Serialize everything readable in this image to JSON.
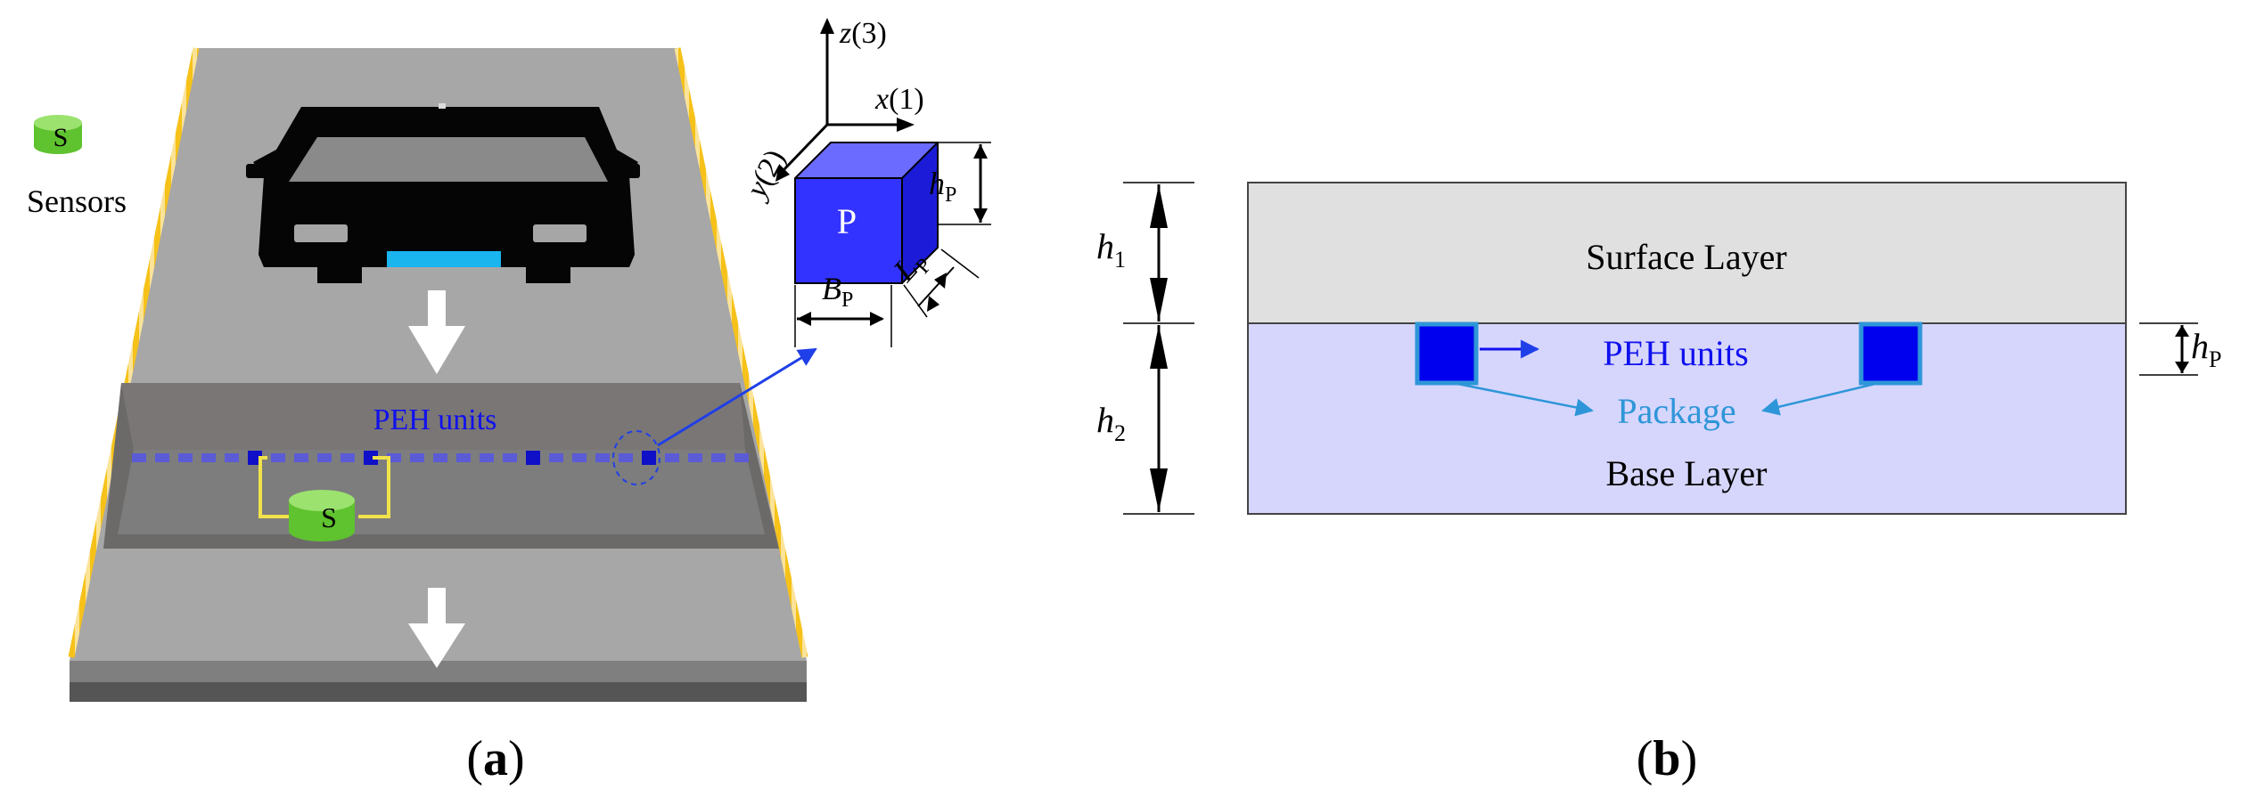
{
  "panel_a": {
    "label_open": "(",
    "label_letter": "a",
    "label_close": ")",
    "sensors_caption": "Sensors",
    "sensor_letter": "S",
    "peh_label": "PEH units",
    "cube_letter": "P",
    "axis_z_var": "z",
    "axis_z_idx": "(3)",
    "axis_x_var": "x",
    "axis_x_idx": "(1)",
    "axis_y_var": "y",
    "axis_y_idx": "(2)",
    "dim_h": "h",
    "dim_h_sub": "P",
    "dim_b": "B",
    "dim_b_sub": "P",
    "dim_l": "L",
    "dim_l_sub": "P"
  },
  "panel_b": {
    "label_open": "(",
    "label_letter": "b",
    "label_close": ")",
    "surface_layer": "Surface Layer",
    "base_layer": "Base Layer",
    "peh_units": "PEH units",
    "package": "Package",
    "h1": "h",
    "h1_sub": "1",
    "h2": "h",
    "h2_sub": "2",
    "hp": "h",
    "hp_sub": "P"
  },
  "colors": {
    "road": "#a6a6a6",
    "road_dark": "#7f7f7f",
    "strip": "#777573",
    "curb": "#f2b716",
    "sensor_green": "#79d64b",
    "peh_blue": "#0000ee",
    "cube_blue": "#3333ff",
    "package_blue": "#2e96d8",
    "surface_gray": "#e0e0e0",
    "base_lilac": "#d6d6fc",
    "plate_cyan": "#1ab4ee"
  }
}
